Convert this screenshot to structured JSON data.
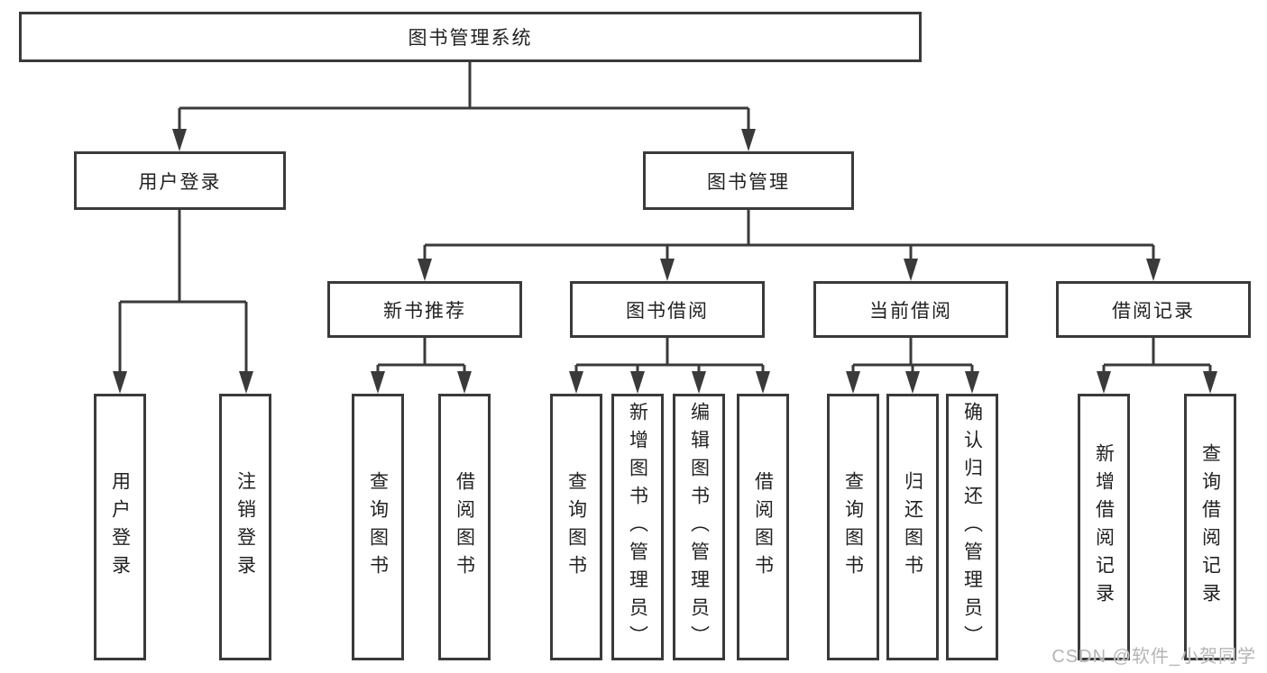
{
  "diagram": {
    "root": {
      "label": "图书管理系统"
    },
    "branches": [
      {
        "label": "用户登录",
        "children": [
          "用户登录",
          "注销登录"
        ]
      },
      {
        "label": "图书管理",
        "children": [
          {
            "label": "新书推荐",
            "children": [
              "查询图书",
              "借阅图书"
            ]
          },
          {
            "label": "图书借阅",
            "children": [
              "查询图书",
              "新增图书（管理员）",
              "编辑图书（管理员）",
              "借阅图书"
            ]
          },
          {
            "label": "当前借阅",
            "children": [
              "查询图书",
              "归还图书",
              "确认归还（管理员）"
            ]
          },
          {
            "label": "借阅记录",
            "children": [
              "新增借阅记录",
              "查询借阅记录"
            ]
          }
        ]
      }
    ],
    "colors": {
      "line": "#3a3a3a",
      "text": "#222222",
      "box_background": "#ffffff",
      "watermark": "#b5b5b5"
    },
    "watermark": "CSDN @软件_小贺同学"
  }
}
